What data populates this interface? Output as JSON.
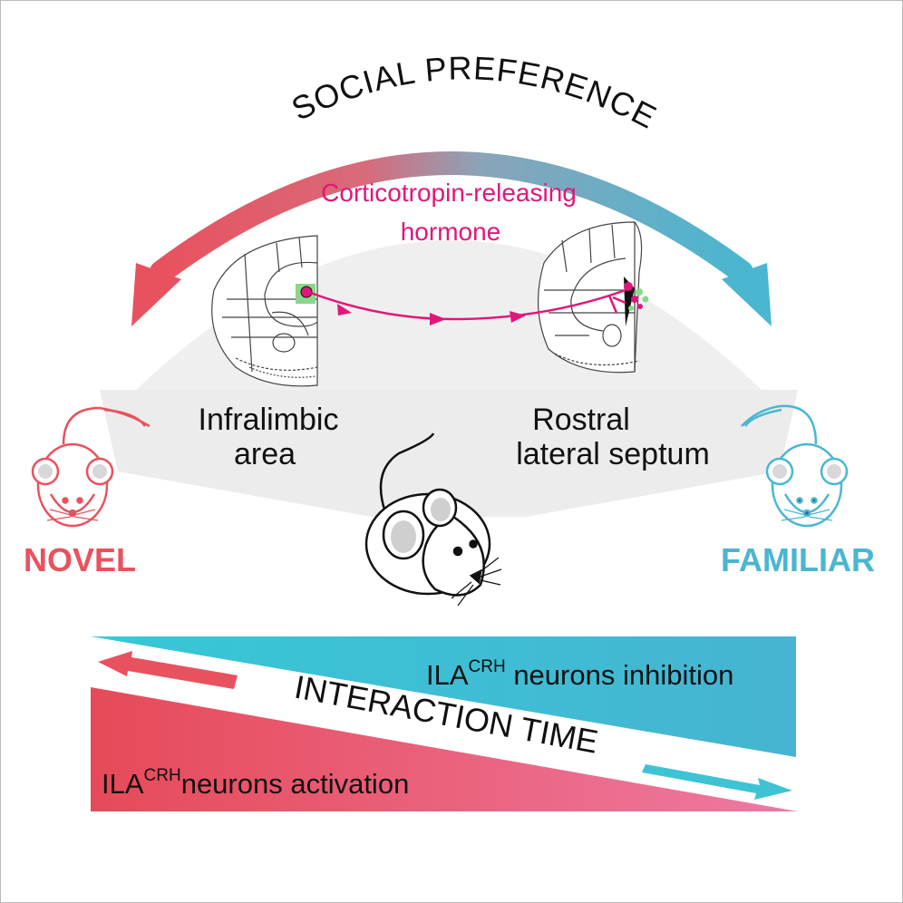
{
  "title": "SOCIAL PREFERENCE",
  "hormone": {
    "line1": "Corticotropin-releasing",
    "line2": "hormone"
  },
  "regions": {
    "left": {
      "line1": "Infralimbic",
      "line2": "area"
    },
    "right": {
      "line1": "Rostral",
      "line2": "lateral septum"
    }
  },
  "novel_label": "NOVEL",
  "familiar_label": "FAMILIAR",
  "bottom": {
    "top_prefix": "ILA",
    "top_sup": "CRH",
    "top_suffix": " neurons inhibition",
    "middle": "INTERACTION TIME",
    "bottom_prefix": "ILA",
    "bottom_sup": "CRH",
    "bottom_suffix": "neurons activation"
  },
  "colors": {
    "novel": "#e8525e",
    "familiar": "#4ab6d0",
    "hormone": "#e0177a",
    "teal_band": "#3ec3d4",
    "pink_end": "#ec7a9e",
    "green_patch": "#8ad68a"
  },
  "icons": [
    "left-mouse-icon",
    "center-mouse-icon",
    "right-mouse-icon",
    "left-brain-section-icon",
    "right-brain-section-icon"
  ]
}
